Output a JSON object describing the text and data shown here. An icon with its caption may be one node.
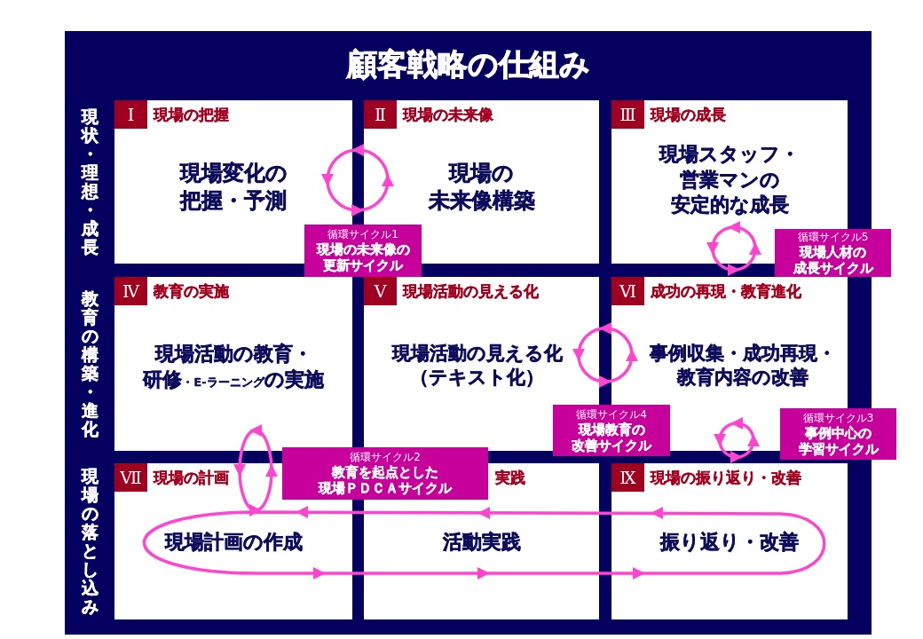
{
  "diagram": {
    "title": "顧客戦略の仕組み",
    "nodes": [
      {
        "text": [
          "現場の把握",
          "現場変化の把握・予測"
        ]
      },
      {
        "text": [
          "Ⅰ"
        ],
        "in": 0
      },
      {
        "text": [
          "現場の未来像",
          "現場の未来像構築"
        ]
      },
      {
        "text": [
          "Ⅱ"
        ],
        "in": 2
      },
      {
        "text": [
          "現場の成長",
          "現場スタッフ・営業マンの安定的な成長"
        ]
      },
      {
        "text": [
          "Ⅲ"
        ],
        "in": 4
      },
      {
        "text": [
          "循環サイクル1",
          "現場の未来像の更新サイクル"
        ]
      },
      {
        "text": [
          "循環サイクル5",
          "現場人材の成長サイクル"
        ]
      },
      {
        "text": [
          "教育の実施",
          "現場活動の教育・研修$_{・E-ラーニング}$の実施"
        ]
      },
      {
        "text": [
          "Ⅳ"
        ],
        "in": 8
      },
      {
        "text": [
          "現場活動の見える化",
          "現場活動の見える化（テキスト化）"
        ]
      },
      {
        "text": [
          "Ⅴ"
        ],
        "in": 10
      },
      {
        "text": [
          "成功の再現・教育進化",
          "事例収集・成功再現・教育内容の改善"
        ]
      },
      {
        "text": [
          "Ⅵ"
        ],
        "in": 12
      },
      {
        "text": [
          "循環サイクル4",
          "現場教育の改善サイクル"
        ]
      },
      {
        "text": [
          "循環サイクル3",
          "事例中心の学習サイクル"
        ]
      },
      {
        "text": [
          "循環サイクル2",
          "教育を起点とした現場ＰＤＣＡサイクル"
        ]
      },
      {
        "text": [
          "現場の計画",
          "現場計画の作成"
        ]
      },
      {
        "text": [
          "Ⅶ"
        ],
        "in": 17
      },
      {
        "text": [
          "実践",
          "活動実践"
        ]
      },
      {
        "text": [
          "現場の振り返り・改善",
          "振り返り・改善"
        ]
      },
      {
        "text": [
          "Ⅸ"
        ],
        "in": 20
      }
    ],
    "labels": [
      "現状・理想・成長",
      "教育の構築・進化",
      "現場の落とし込み"
    ]
  }
}
